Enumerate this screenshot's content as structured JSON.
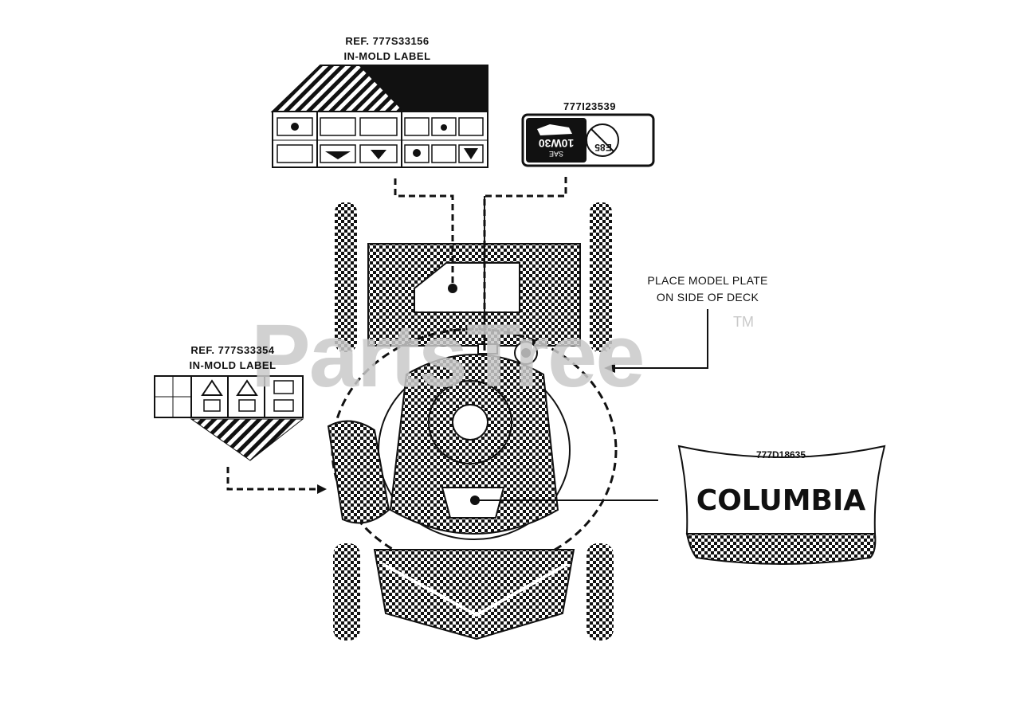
{
  "watermark": {
    "text": "PartsTree",
    "tm": "TM"
  },
  "labels": {
    "top_left_ref": "REF. 777S33156",
    "top_left_sub": "IN-MOLD LABEL",
    "top_right_part": "777I23539",
    "oil_text": "10W30",
    "oil_sae": "SAE",
    "fuel_text": "E85",
    "left_ref": "REF. 777S33354",
    "left_sub": "IN-MOLD LABEL",
    "right_note_1": "PLACE MODEL PLATE",
    "right_note_2": "ON SIDE OF DECK",
    "brand_part": "777D18635",
    "brand_name": "COLUMBIA"
  },
  "colors": {
    "ink": "#111111",
    "watermark": "#c9c9c9",
    "background": "#ffffff"
  }
}
